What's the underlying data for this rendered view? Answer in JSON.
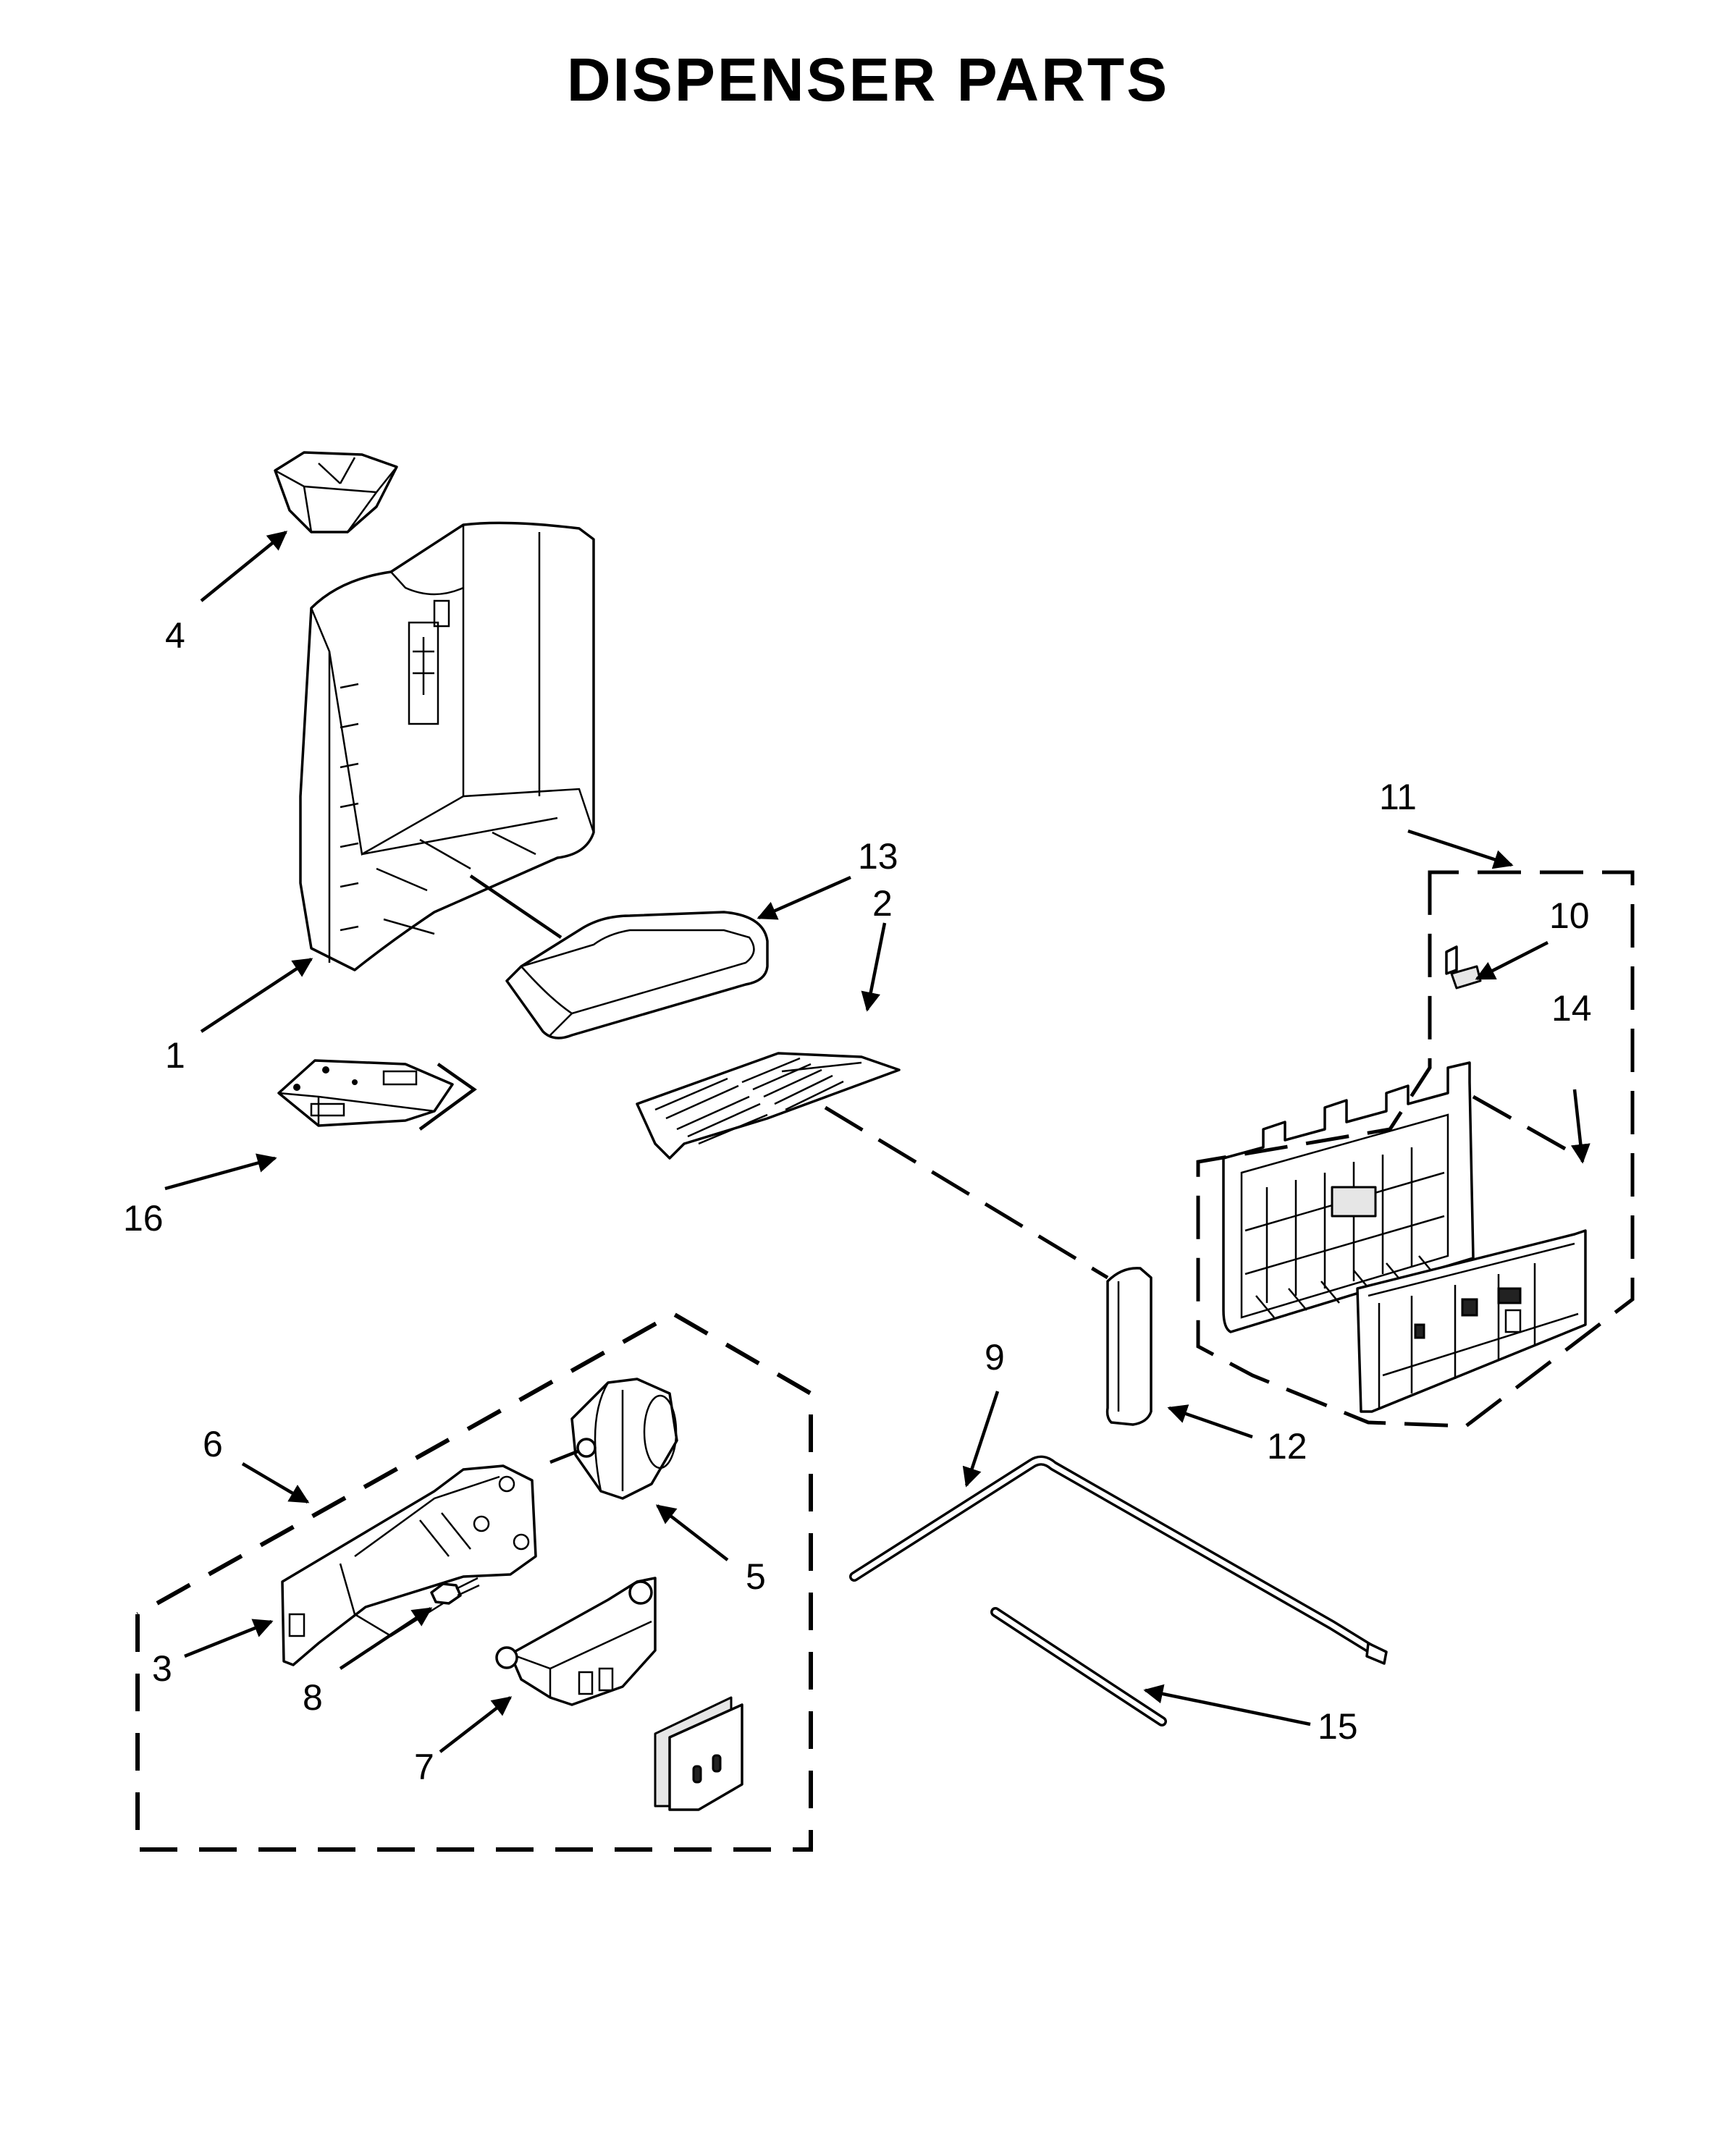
{
  "title": "DISPENSER PARTS",
  "callouts": [
    "1",
    "2",
    "3",
    "4",
    "5",
    "6",
    "7",
    "8",
    "9",
    "10",
    "11",
    "12",
    "13",
    "14",
    "15",
    "16"
  ],
  "icons": {
    "arrowhead": "arrow-icon"
  }
}
